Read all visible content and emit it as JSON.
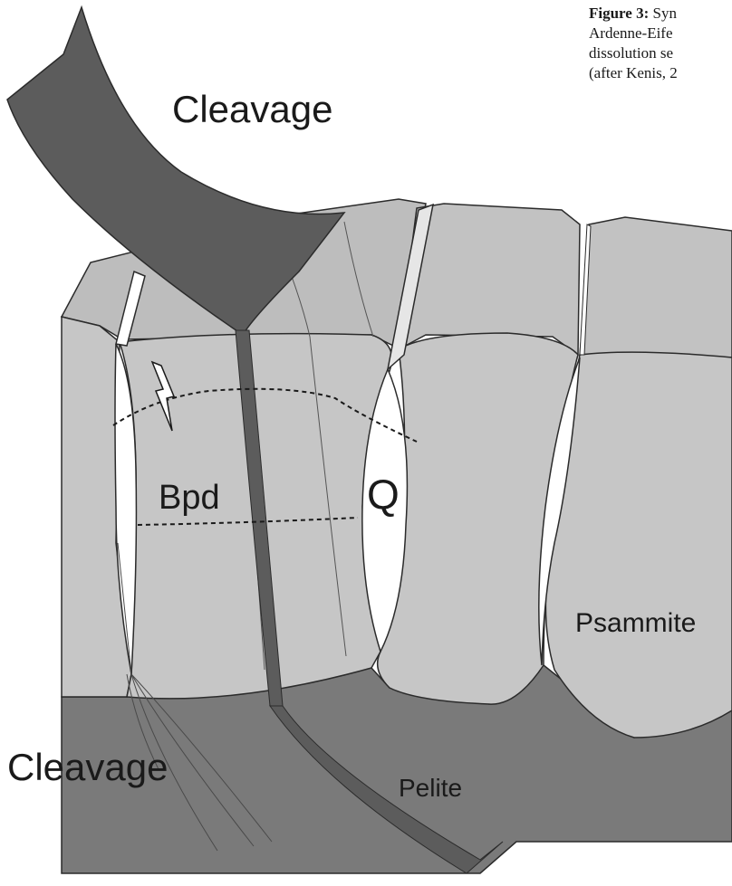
{
  "caption": {
    "figure_label": "Figure 3:",
    "line1_text": "Syn",
    "line2": "Ardenne-Eife",
    "line3": "dissolution  se",
    "line4": "(after Kenis, 2"
  },
  "labels": {
    "cleavage_top": "Cleavage",
    "cleavage_bottom": "Cleavage",
    "bpd": "Bpd",
    "q": "Q",
    "psammite": "Psammite",
    "pelite": "Pelite"
  },
  "colors": {
    "psammite_fill": "#c6c6c6",
    "psammite_top_fill": "#bdbdbd",
    "pelite_fill": "#7a7a7a",
    "cleavage_fill": "#5c5c5c",
    "vein_fill": "#ffffff",
    "outline": "#2b2b2b"
  }
}
